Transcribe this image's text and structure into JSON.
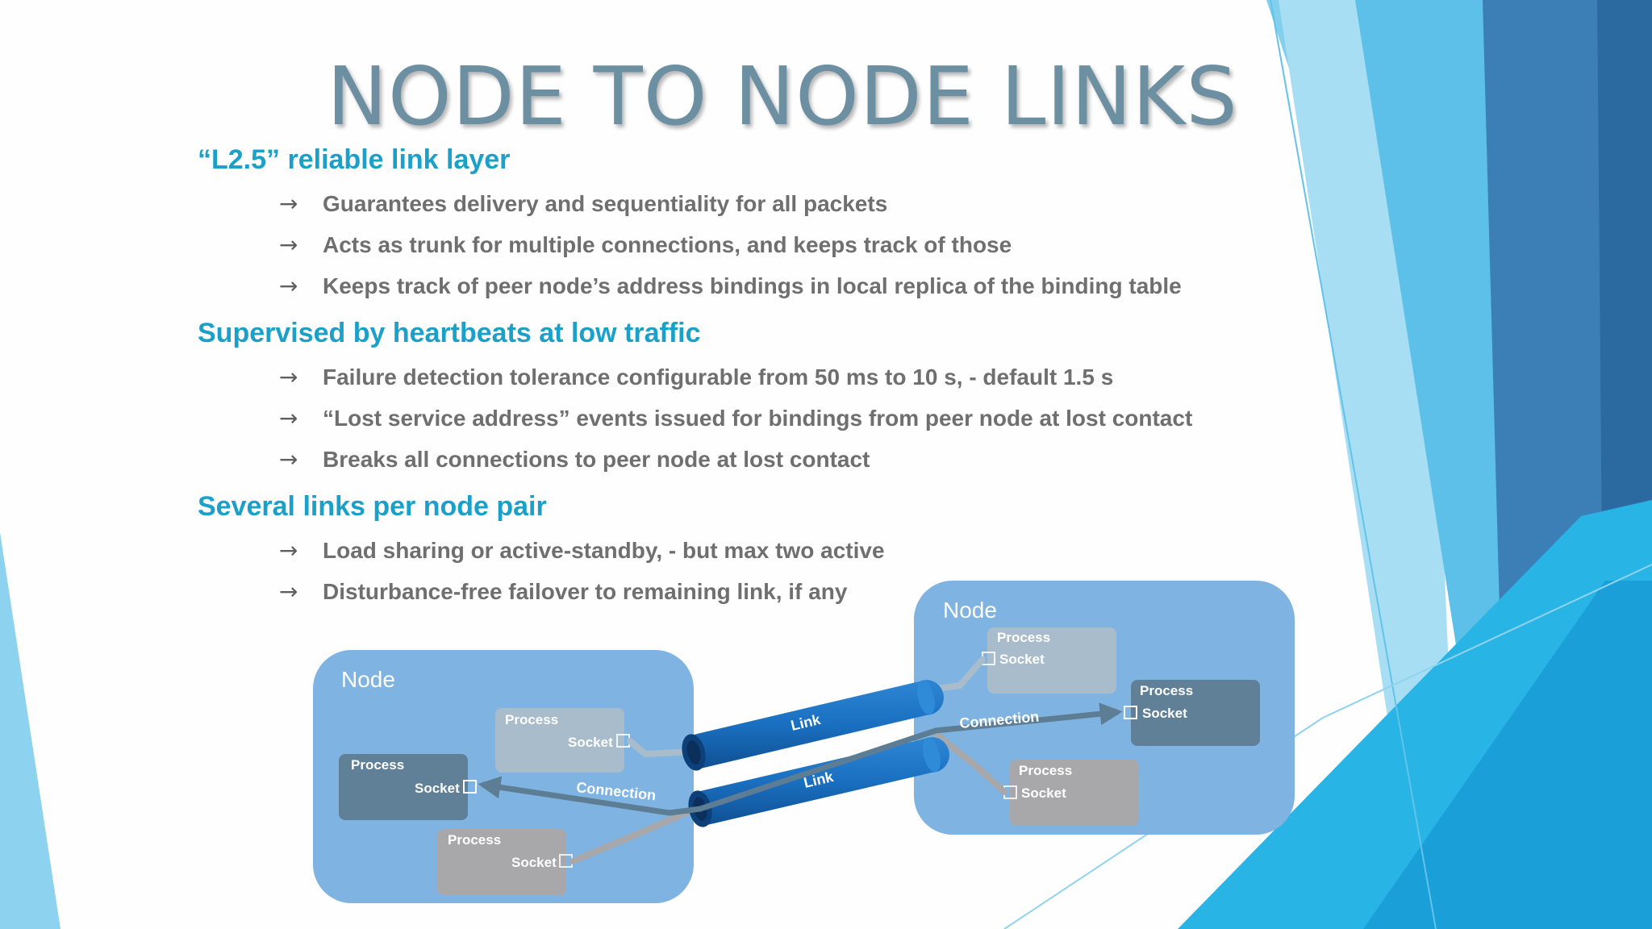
{
  "slide": {
    "title": "NODE TO NODE LINKS",
    "sections": [
      {
        "heading": "“L2.5” reliable link layer",
        "bullets": [
          "Guarantees delivery and sequentiality for all packets",
          "Acts as trunk for multiple connections, and keeps track of those",
          "Keeps track of peer node’s  address bindings in local replica of the binding table"
        ]
      },
      {
        "heading": "Supervised by heartbeats at low traffic",
        "bullets": [
          "Failure detection tolerance configurable from 50 ms to 10 s, - default 1.5 s",
          "“Lost  service address” events  issued for bindings from peer node at lost contact",
          "Breaks all connections to peer node at lost contact"
        ]
      },
      {
        "heading": "Several links per node pair",
        "bullets": [
          "Load sharing or active-standby, - but max two active",
          "Disturbance-free failover to remaining link, if any"
        ]
      }
    ],
    "bullet_arrow": "→"
  },
  "diagram": {
    "left_node": {
      "label": "Node",
      "processes": [
        {
          "label": "Process",
          "socket": "Socket"
        },
        {
          "label": "Process",
          "socket": "Socket"
        },
        {
          "label": "Process",
          "socket": "Socket"
        }
      ],
      "connection_label": "Connection"
    },
    "right_node": {
      "label": "Node",
      "processes": [
        {
          "label": "Process",
          "socket": "Socket"
        },
        {
          "label": "Process",
          "socket": "Socket"
        },
        {
          "label": "Process",
          "socket": "Socket"
        }
      ],
      "connection_label": "Connection"
    },
    "links": [
      {
        "label": "Link"
      },
      {
        "label": "Link"
      }
    ]
  },
  "colors": {
    "title": "#6d8fa2",
    "heading": "#1ba1c9",
    "bullet_text": "#6f6f6f",
    "node_fill": "#7fb3e1",
    "link_fill": "#1a6fc0",
    "process_active": "#5f8096",
    "process_muted": "#a7b6c3",
    "process_gray": "#a8a8aa"
  }
}
